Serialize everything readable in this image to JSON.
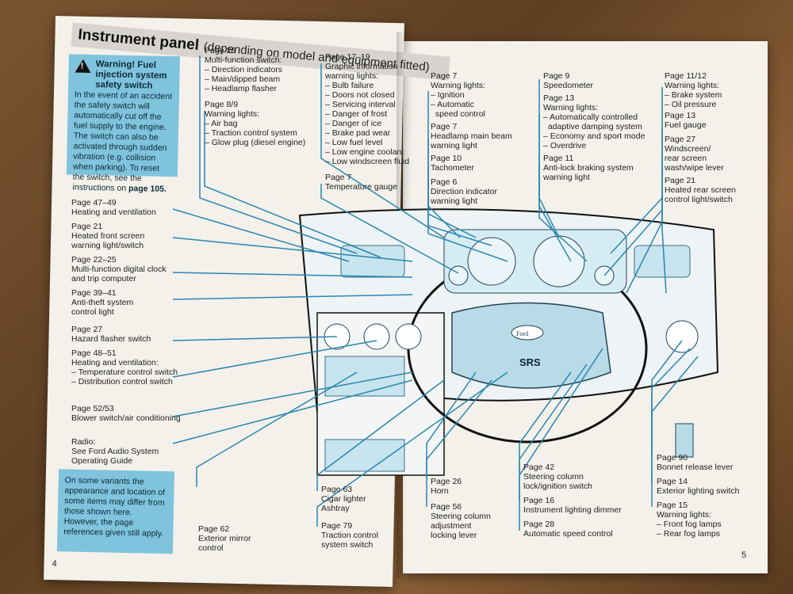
{
  "header": {
    "title": "Instrument panel",
    "subtitle": "(depending on model and equipment fitted)"
  },
  "warning_box": {
    "title": "Warning! Fuel injection system safety switch",
    "body": "In the event of an accident the safety switch will automatically cut off the fuel supply to the engine. The switch can also be activated through sudden vibration (e.g. collision when parking). To reset the switch, see the instructions on",
    "ref": "page 105."
  },
  "note_box": {
    "text": "On some variants the appearance and location of some items may differ from those shown here. However, the page references given still apply."
  },
  "labels_left": [
    {
      "page": "Page 26",
      "text": "Multi-function switch:\n– Direction indicators\n– Main/dipped beam\n– Headlamp flasher"
    },
    {
      "page": "Page 8/9",
      "text": "Warning lights:\n– Air bag\n– Traction control system\n– Glow plug (diesel engine)"
    },
    {
      "page": "Page 17–19",
      "text": "Graphic information\nwarning lights:\n– Bulb failure\n– Doors not closed\n– Servicing interval\n– Danger of frost\n– Danger of ice\n– Brake pad wear\n– Low fuel level\n– Low engine coolant\n– Low windscreen fluid"
    },
    {
      "page": "Page 7",
      "text": "Temperature gauge"
    },
    {
      "page": "Page 47–49",
      "text": "Heating and ventilation"
    },
    {
      "page": "Page 21",
      "text": "Heated front screen\nwarning light/switch"
    },
    {
      "page": "Page 22–25",
      "text": "Multi-function digital clock\nand trip computer"
    },
    {
      "page": "Page 39–41",
      "text": "Anti-theft system\ncontrol light"
    },
    {
      "page": "Page 27",
      "text": "Hazard flasher switch"
    },
    {
      "page": "Page 48–51",
      "text": "Heating and ventilation:\n– Temperature control switch\n– Distribution control switch"
    },
    {
      "page": "Page 52/53",
      "text": "Blower switch/air conditioning"
    },
    {
      "page": "Radio:",
      "text": "See Ford Audio System\nOperating Guide"
    },
    {
      "page": "Page 62",
      "text": "Exterior mirror\ncontrol"
    },
    {
      "page": "Page 63",
      "text": "Cigar lighter\nAshtray"
    },
    {
      "page": "Page 79",
      "text": "Traction control\nsystem switch"
    }
  ],
  "labels_right": [
    {
      "page": "Page 7",
      "text": "Warning lights:\n– Ignition\n– Automatic\n  speed control"
    },
    {
      "page": "Page 7",
      "text": "Headlamp main beam\nwarning light"
    },
    {
      "page": "Page 10",
      "text": "Tachometer"
    },
    {
      "page": "Page 6",
      "text": "Direction indicator\nwarning light"
    },
    {
      "page": "Page 9",
      "text": "Speedometer"
    },
    {
      "page": "Page 13",
      "text": "Warning lights:\n– Automatically controlled\n  adaptive damping system\n– Economy and sport mode\n– Overdrive"
    },
    {
      "page": "Page 11",
      "text": "Anti-lock braking system\nwarning light"
    },
    {
      "page": "Page 11/12",
      "text": "Warning lights:\n– Brake system\n– Oil pressure"
    },
    {
      "page": "Page 13",
      "text": "Fuel gauge"
    },
    {
      "page": "Page 27",
      "text": "Windscreen/\nrear screen\nwash/wipe lever"
    },
    {
      "page": "Page 21",
      "text": "Heated rear screen\ncontrol light/switch"
    },
    {
      "page": "Page 26",
      "text": "Horn"
    },
    {
      "page": "Page 56",
      "text": "Steering column\nadjustment\nlocking lever"
    },
    {
      "page": "Page 42",
      "text": "Steering column\nlock/ignition switch"
    },
    {
      "page": "Page 16",
      "text": "Instrument lighting dimmer"
    },
    {
      "page": "Page 28",
      "text": "Automatic speed control"
    },
    {
      "page": "Page 90",
      "text": "Bonnet release lever"
    },
    {
      "page": "Page 14",
      "text": "Exterior lighting switch"
    },
    {
      "page": "Page 15",
      "text": "Warning lights:\n– Front fog lamps\n– Rear fog lamps"
    }
  ],
  "diagram": {
    "airbag_label": "SRS",
    "logo": "Ford"
  },
  "page_numbers": {
    "left": "4",
    "right": "5"
  },
  "colors": {
    "accent": "#7fc3dd",
    "line": "#2a86b0",
    "page": "#f3f1ea"
  }
}
